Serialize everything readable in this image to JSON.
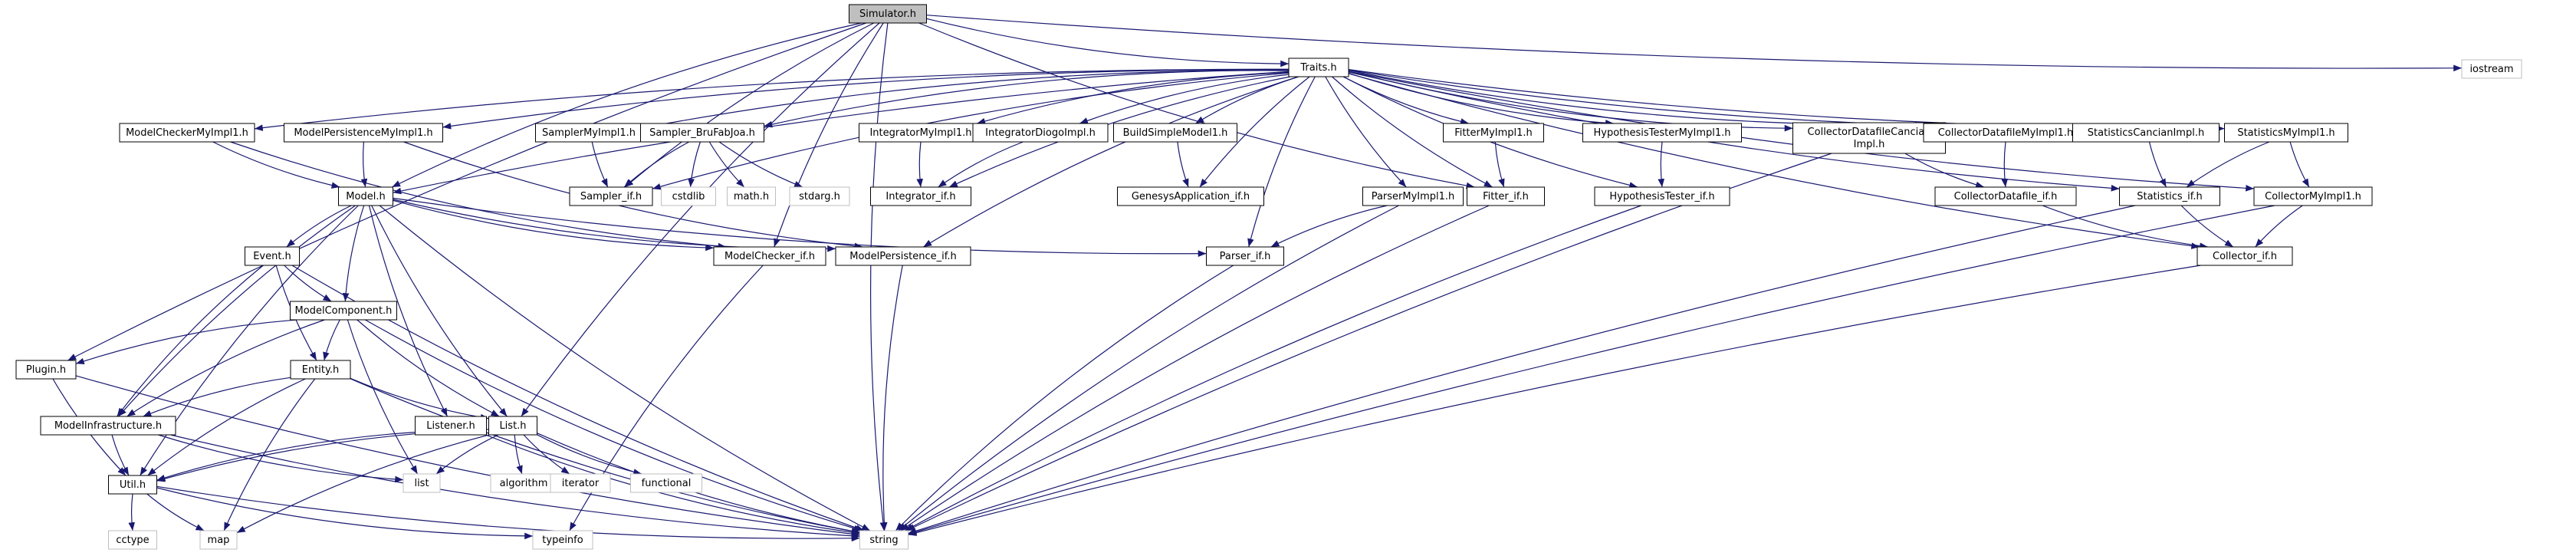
{
  "diagram": {
    "nodes": [
      {
        "id": "simulator",
        "label": "Simulator.h",
        "style": "root"
      },
      {
        "id": "traits",
        "label": "Traits.h",
        "style": "box"
      },
      {
        "id": "iostream",
        "label": "iostream",
        "style": "system"
      },
      {
        "id": "plugin",
        "label": "Plugin.h",
        "style": "box"
      },
      {
        "id": "mcmi",
        "label": "ModelCheckerMyImpl1.h",
        "style": "box"
      },
      {
        "id": "mpmi",
        "label": "ModelPersistenceMyImpl1.h",
        "style": "box"
      },
      {
        "id": "smi",
        "label": "SamplerMyImpl1.h",
        "style": "box"
      },
      {
        "id": "sbf",
        "label": "Sampler_BruFabJoa.h",
        "style": "box"
      },
      {
        "id": "imi",
        "label": "IntegratorMyImpl1.h",
        "style": "box"
      },
      {
        "id": "idi",
        "label": "IntegratorDiogoImpl.h",
        "style": "box"
      },
      {
        "id": "bsm",
        "label": "BuildSimpleModel1.h",
        "style": "box"
      },
      {
        "id": "fmi",
        "label": "FitterMyImpl1.h",
        "style": "box"
      },
      {
        "id": "htmi",
        "label": "HypothesisTesterMyImpl1.h",
        "style": "box"
      },
      {
        "id": "cdc",
        "label": [
          "CollectorDatafileCancian",
          "Impl.h"
        ],
        "style": "box"
      },
      {
        "id": "cdmi",
        "label": "CollectorDatafileMyImpl1.h",
        "style": "box"
      },
      {
        "id": "sci",
        "label": "StatisticsCancianImpl.h",
        "style": "box"
      },
      {
        "id": "stmi",
        "label": "StatisticsMyImpl1.h",
        "style": "box"
      },
      {
        "id": "model",
        "label": "Model.h",
        "style": "box"
      },
      {
        "id": "samplerif",
        "label": "Sampler_if.h",
        "style": "box"
      },
      {
        "id": "cstdlib",
        "label": "cstdlib",
        "style": "system"
      },
      {
        "id": "math",
        "label": "math.h",
        "style": "system"
      },
      {
        "id": "stdarg",
        "label": "stdarg.h",
        "style": "system"
      },
      {
        "id": "integratorif",
        "label": "Integrator_if.h",
        "style": "box"
      },
      {
        "id": "genesys",
        "label": "GenesysApplication_if.h",
        "style": "box"
      },
      {
        "id": "pmi",
        "label": "ParserMyImpl1.h",
        "style": "box"
      },
      {
        "id": "fitterif",
        "label": "Fitter_if.h",
        "style": "box"
      },
      {
        "id": "htif",
        "label": "HypothesisTester_if.h",
        "style": "box"
      },
      {
        "id": "cdfif",
        "label": "CollectorDatafile_if.h",
        "style": "box"
      },
      {
        "id": "statsif",
        "label": "Statistics_if.h",
        "style": "box"
      },
      {
        "id": "cmi",
        "label": "CollectorMyImpl1.h",
        "style": "box"
      },
      {
        "id": "event",
        "label": "Event.h",
        "style": "box"
      },
      {
        "id": "mcif",
        "label": "ModelChecker_if.h",
        "style": "box"
      },
      {
        "id": "mpif",
        "label": "ModelPersistence_if.h",
        "style": "box"
      },
      {
        "id": "parserif",
        "label": "Parser_if.h",
        "style": "box"
      },
      {
        "id": "collectorif",
        "label": "Collector_if.h",
        "style": "box"
      },
      {
        "id": "mcomp",
        "label": "ModelComponent.h",
        "style": "box"
      },
      {
        "id": "entity",
        "label": "Entity.h",
        "style": "box"
      },
      {
        "id": "minfra",
        "label": "ModelInfrastructure.h",
        "style": "box"
      },
      {
        "id": "listener",
        "label": "Listener.h",
        "style": "box"
      },
      {
        "id": "listh",
        "label": "List.h",
        "style": "box"
      },
      {
        "id": "util",
        "label": "Util.h",
        "style": "box"
      },
      {
        "id": "list",
        "label": "list",
        "style": "system"
      },
      {
        "id": "algorithm",
        "label": "algorithm",
        "style": "system"
      },
      {
        "id": "iterator",
        "label": "iterator",
        "style": "system"
      },
      {
        "id": "functional",
        "label": "functional",
        "style": "system"
      },
      {
        "id": "cctype",
        "label": "cctype",
        "style": "system"
      },
      {
        "id": "map",
        "label": "map",
        "style": "system"
      },
      {
        "id": "typeinfo",
        "label": "typeinfo",
        "style": "system"
      },
      {
        "id": "string",
        "label": "string",
        "style": "system"
      }
    ],
    "edges": [
      [
        "simulator",
        "traits"
      ],
      [
        "simulator",
        "iostream"
      ],
      [
        "simulator",
        "plugin"
      ],
      [
        "simulator",
        "model"
      ],
      [
        "simulator",
        "listh"
      ],
      [
        "simulator",
        "samplerif"
      ],
      [
        "simulator",
        "fitterif"
      ],
      [
        "simulator",
        "mcif"
      ],
      [
        "simulator",
        "string"
      ],
      [
        "traits",
        "mcmi"
      ],
      [
        "traits",
        "mpmi"
      ],
      [
        "traits",
        "smi"
      ],
      [
        "traits",
        "sbf"
      ],
      [
        "traits",
        "imi"
      ],
      [
        "traits",
        "idi"
      ],
      [
        "traits",
        "bsm"
      ],
      [
        "traits",
        "fmi"
      ],
      [
        "traits",
        "htmi"
      ],
      [
        "traits",
        "cdc"
      ],
      [
        "traits",
        "cdmi"
      ],
      [
        "traits",
        "sci"
      ],
      [
        "traits",
        "stmi"
      ],
      [
        "traits",
        "model"
      ],
      [
        "traits",
        "samplerif"
      ],
      [
        "traits",
        "integratorif"
      ],
      [
        "traits",
        "genesys"
      ],
      [
        "traits",
        "pmi"
      ],
      [
        "traits",
        "parserif"
      ],
      [
        "traits",
        "fitterif"
      ],
      [
        "traits",
        "htif"
      ],
      [
        "traits",
        "statsif"
      ],
      [
        "traits",
        "cmi"
      ],
      [
        "traits",
        "collectorif"
      ],
      [
        "traits",
        "mpif"
      ],
      [
        "mcmi",
        "model"
      ],
      [
        "mcmi",
        "mcif"
      ],
      [
        "mpmi",
        "model"
      ],
      [
        "mpmi",
        "mpif"
      ],
      [
        "smi",
        "samplerif"
      ],
      [
        "sbf",
        "samplerif"
      ],
      [
        "sbf",
        "cstdlib"
      ],
      [
        "sbf",
        "math"
      ],
      [
        "sbf",
        "stdarg"
      ],
      [
        "imi",
        "integratorif"
      ],
      [
        "idi",
        "integratorif"
      ],
      [
        "bsm",
        "genesys"
      ],
      [
        "fmi",
        "fitterif"
      ],
      [
        "htmi",
        "htif"
      ],
      [
        "cdc",
        "cdfif"
      ],
      [
        "cdc",
        "string"
      ],
      [
        "cdmi",
        "cdfif"
      ],
      [
        "sci",
        "statsif"
      ],
      [
        "stmi",
        "statsif"
      ],
      [
        "stmi",
        "cmi"
      ],
      [
        "model",
        "event"
      ],
      [
        "model",
        "mcomp"
      ],
      [
        "model",
        "minfra"
      ],
      [
        "model",
        "listener"
      ],
      [
        "model",
        "listh"
      ],
      [
        "model",
        "util"
      ],
      [
        "model",
        "mcif"
      ],
      [
        "model",
        "mpif"
      ],
      [
        "model",
        "parserif"
      ],
      [
        "model",
        "string"
      ],
      [
        "pmi",
        "parserif"
      ],
      [
        "pmi",
        "string"
      ],
      [
        "fitterif",
        "string"
      ],
      [
        "htif",
        "string"
      ],
      [
        "cdfif",
        "collectorif"
      ],
      [
        "statsif",
        "collectorif"
      ],
      [
        "statsif",
        "string"
      ],
      [
        "cmi",
        "collectorif"
      ],
      [
        "cmi",
        "string"
      ],
      [
        "event",
        "mcomp"
      ],
      [
        "event",
        "entity"
      ],
      [
        "event",
        "minfra"
      ],
      [
        "event",
        "string"
      ],
      [
        "mcif",
        "typeinfo"
      ],
      [
        "mpif",
        "string"
      ],
      [
        "parserif",
        "string"
      ],
      [
        "collectorif",
        "string"
      ],
      [
        "mcomp",
        "plugin"
      ],
      [
        "mcomp",
        "entity"
      ],
      [
        "mcomp",
        "minfra"
      ],
      [
        "mcomp",
        "listh"
      ],
      [
        "mcomp",
        "list"
      ],
      [
        "mcomp",
        "string"
      ],
      [
        "entity",
        "minfra"
      ],
      [
        "entity",
        "listh"
      ],
      [
        "entity",
        "util"
      ],
      [
        "entity",
        "map"
      ],
      [
        "entity",
        "string"
      ],
      [
        "plugin",
        "util"
      ],
      [
        "plugin",
        "string"
      ],
      [
        "minfra",
        "util"
      ],
      [
        "minfra",
        "list"
      ],
      [
        "minfra",
        "string"
      ],
      [
        "listener",
        "util"
      ],
      [
        "listener",
        "string"
      ],
      [
        "listh",
        "util"
      ],
      [
        "listh",
        "list"
      ],
      [
        "listh",
        "algorithm"
      ],
      [
        "listh",
        "iterator"
      ],
      [
        "listh",
        "functional"
      ],
      [
        "listh",
        "map"
      ],
      [
        "listh",
        "string"
      ],
      [
        "util",
        "cctype"
      ],
      [
        "util",
        "map"
      ],
      [
        "util",
        "typeinfo"
      ],
      [
        "util",
        "string"
      ]
    ]
  }
}
